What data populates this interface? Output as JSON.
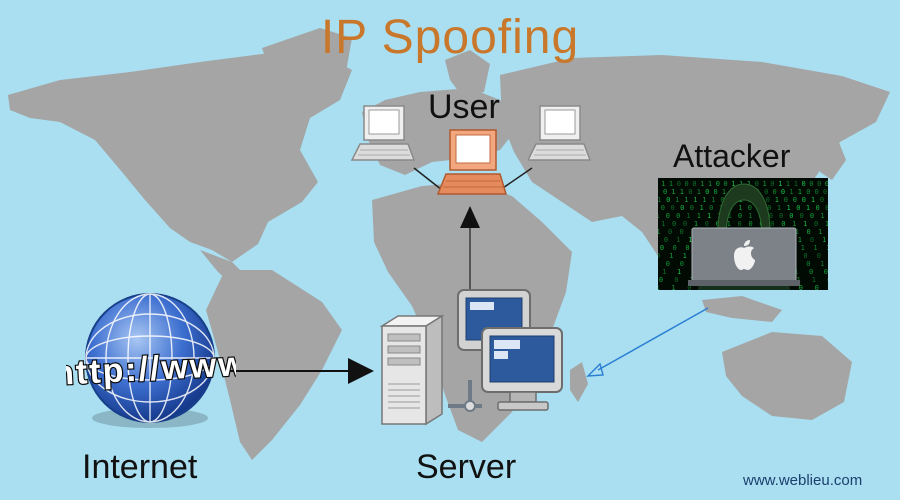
{
  "title": "IP Spoofing",
  "labels": {
    "user": "User",
    "attacker": "Attacker",
    "internet": "Internet",
    "server": "Server"
  },
  "globe_text": "http://www",
  "attacker_logo": "apple-logo",
  "watermark": "www.weblieu.com",
  "colors": {
    "background": "#a9dff1",
    "map": "#a5a5a5",
    "title": "#c9772a",
    "user_computer": "#e48a5c",
    "secondary_computers": "#d9d9d9",
    "attacker_code": "#18c84a",
    "spoof_arrow": "#2a7fd4"
  }
}
